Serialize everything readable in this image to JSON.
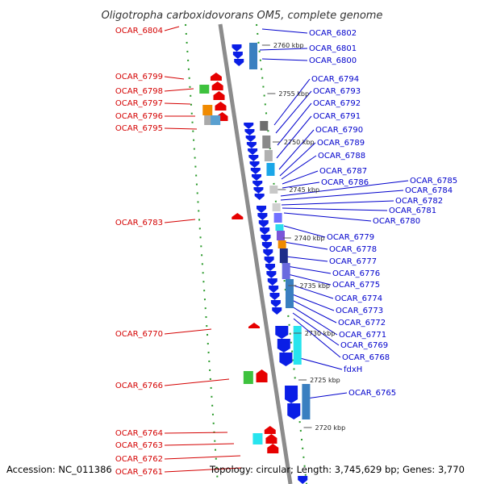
{
  "title": "Oligotropha carboxidovorans OM5, complete genome",
  "footer": {
    "accession": "Accession: NC_011386",
    "summary": "Topology: circular; Length: 3,745,629 bp; Genes: 3,770"
  },
  "colors": {
    "left_label": "#d40000",
    "right_label": "#0000cc",
    "forward_gene": "#0a1ee6",
    "reverse_gene": "#e60000",
    "backbone": "#808080",
    "dotted_track": "#2a9a2a"
  },
  "scale_labels": [
    "2760 kbp",
    "2755 kbp",
    "2750 kbp",
    "2745 kbp",
    "2740 kbp",
    "2735 kbp",
    "2730 kbp",
    "2725 kbp",
    "2720 kbp"
  ],
  "left_genes": [
    "OCAR_6804",
    "OCAR_6799",
    "OCAR_6798",
    "OCAR_6797",
    "OCAR_6796",
    "OCAR_6795",
    "OCAR_6783",
    "OCAR_6770",
    "OCAR_6766",
    "OCAR_6764",
    "OCAR_6763",
    "OCAR_6762",
    "OCAR_6761"
  ],
  "right_genes": [
    "OCAR_6802",
    "OCAR_6801",
    "OCAR_6800",
    "OCAR_6794",
    "OCAR_6793",
    "OCAR_6792",
    "OCAR_6791",
    "OCAR_6790",
    "OCAR_6789",
    "OCAR_6788",
    "OCAR_6787",
    "OCAR_6786",
    "OCAR_6785",
    "OCAR_6784",
    "OCAR_6782",
    "OCAR_6781",
    "OCAR_6780",
    "OCAR_6779",
    "OCAR_6778",
    "OCAR_6777",
    "OCAR_6776",
    "OCAR_6775",
    "OCAR_6774",
    "OCAR_6773",
    "OCAR_6772",
    "OCAR_6771",
    "OCAR_6769",
    "OCAR_6768",
    "fdxH",
    "OCAR_6765"
  ]
}
